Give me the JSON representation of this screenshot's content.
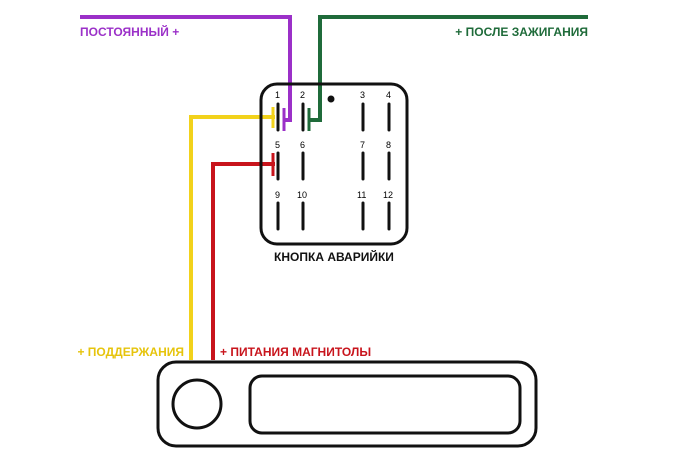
{
  "labels": {
    "constant_plus": "ПОСТОЯННЫЙ +",
    "after_ignition": "+ ПОСЛЕ ЗАЖИГАНИЯ",
    "hazard_button": "КНОПКА АВАРИЙКИ",
    "support_plus": "+ ПОДДЕРЖАНИЯ",
    "radio_power_plus": "+ ПИТАНИЯ МАГНИТОЛЫ"
  },
  "pins": [
    "1",
    "2",
    "3",
    "4",
    "5",
    "6",
    "7",
    "8",
    "9",
    "10",
    "11",
    "12"
  ],
  "colors": {
    "constant": "#9b30c8",
    "ignition": "#1f6b3a",
    "support": "#f2d21b",
    "radio_power": "#c8141c",
    "outline": "#111111"
  }
}
